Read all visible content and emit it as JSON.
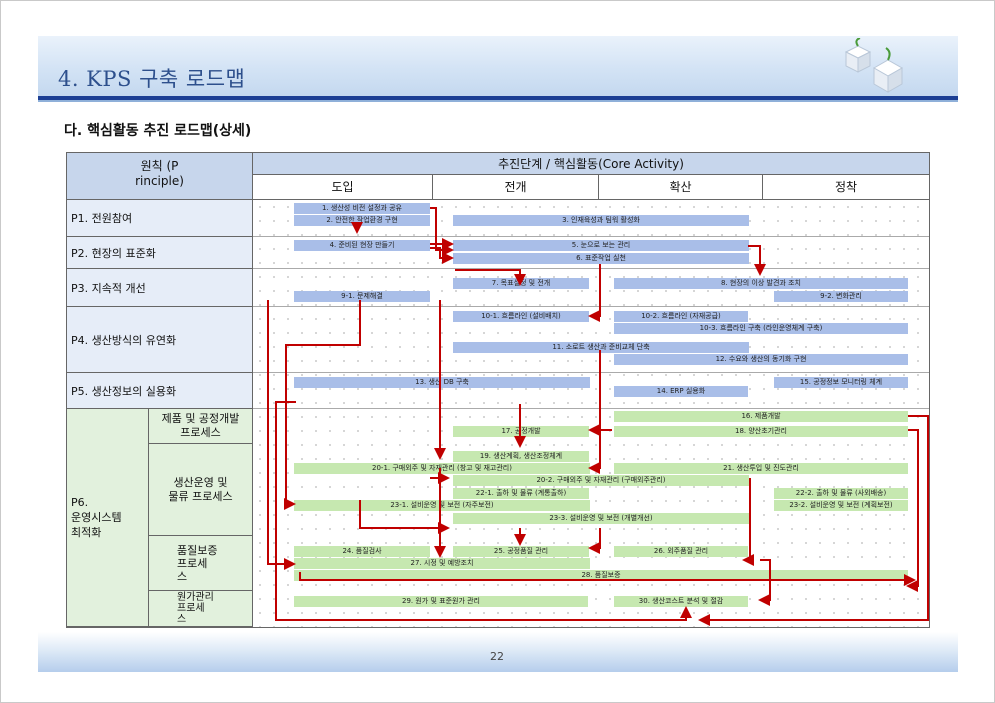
{
  "title": "4. KPS 구축 로드맵",
  "subtitle": "다. 핵심활동 추진 로드맵(상세)",
  "page_number": "22",
  "colors": {
    "blue_bar": "#a9bee8",
    "green_bar": "#c6e8b0",
    "arrow": "#c00000",
    "header_bg": "#c7d6ec"
  },
  "table": {
    "corner": "원칙 (P\nrinciple)",
    "top_header": "추진단계 / 핵심활동(Core Activity)",
    "phases": [
      "도입",
      "전개",
      "확산",
      "정착"
    ],
    "rows": [
      "P1. 전원참여",
      "P2. 현장의 표준화",
      "P3. 지속적 개선",
      "P4. 생산방식의 유연화",
      "P5. 생산정보의 실용화"
    ],
    "p6_label": "P6.\n운영시스템\n최적화",
    "p6_subrows": [
      "제품 및 공정개발\n프로세스",
      "생산운영 및\n물류 프로세스",
      "품질보증\n프로세\n스",
      "원가관리\n프로세\n스"
    ]
  },
  "activities": [
    {
      "label": "1. 생산성 비전 설정과 공유",
      "color": "blue"
    },
    {
      "label": "2. 안전한 작업환경 구현",
      "color": "blue"
    },
    {
      "label": "3. 인재육성과 팀워 활성화",
      "color": "blue"
    },
    {
      "label": "4. 준비된 현장 만들기",
      "color": "blue"
    },
    {
      "label": "5. 눈으로 보는 관리",
      "color": "blue"
    },
    {
      "label": "6. 표준작업 실천",
      "color": "blue"
    },
    {
      "label": "7. 목표설정 및 전개",
      "color": "blue"
    },
    {
      "label": "8. 현장의 이상 발견과 조치",
      "color": "blue"
    },
    {
      "label": "9-1. 문제해결",
      "color": "blue"
    },
    {
      "label": "9-2. 변화관리",
      "color": "blue"
    },
    {
      "label": "10-1. 흐름라인 (설비배치)",
      "color": "blue"
    },
    {
      "label": "10-2. 흐름라인 (자재공급)",
      "color": "blue"
    },
    {
      "label": "10-3. 흐름라인 구축 (라인운영체계 구축)",
      "color": "blue"
    },
    {
      "label": "11. 소로트 생산과 준비교체 단축",
      "color": "blue"
    },
    {
      "label": "12. 수요와 생산의 동기화 구현",
      "color": "blue"
    },
    {
      "label": "13. 생산 DB 구축",
      "color": "blue"
    },
    {
      "label": "14. ERP 실용화",
      "color": "blue"
    },
    {
      "label": "15. 공정정보 모니터링 체계",
      "color": "blue"
    },
    {
      "label": "16. 제품개발",
      "color": "green"
    },
    {
      "label": "17. 공정개발",
      "color": "green"
    },
    {
      "label": "18. 양산초기관리",
      "color": "green"
    },
    {
      "label": "19. 생산계획, 생산조정체계",
      "color": "green"
    },
    {
      "label": "20-1. 구매외주 및 자재관리 (창고 및 재고관리)",
      "color": "green"
    },
    {
      "label": "20-2. 구매외주 및 자재관리 (구매외주관리)",
      "color": "green"
    },
    {
      "label": "21. 생산투입 및 진도관리",
      "color": "green"
    },
    {
      "label": "22-1. 출하 및 물류 (계통출하)",
      "color": "green"
    },
    {
      "label": "22-2. 출하 및 물류 (사외배송)",
      "color": "green"
    },
    {
      "label": "23-1. 설비운영 및 보전 (자주보전)",
      "color": "green"
    },
    {
      "label": "23-2. 설비운영 및 보전 (계획보전)",
      "color": "green"
    },
    {
      "label": "23-3. 설비운영 및 보전 (개별개선)",
      "color": "green"
    },
    {
      "label": "24. 품질검사",
      "color": "green"
    },
    {
      "label": "25. 공정품질 관리",
      "color": "green"
    },
    {
      "label": "26. 외주품질 관리",
      "color": "green"
    },
    {
      "label": "27. 시정 및 예방조치",
      "color": "green"
    },
    {
      "label": "28. 품질보증",
      "color": "green"
    },
    {
      "label": "29. 원가 및 표준원가 관리",
      "color": "green"
    },
    {
      "label": "30. 생산코스트 분석 및 절감",
      "color": "green"
    }
  ]
}
